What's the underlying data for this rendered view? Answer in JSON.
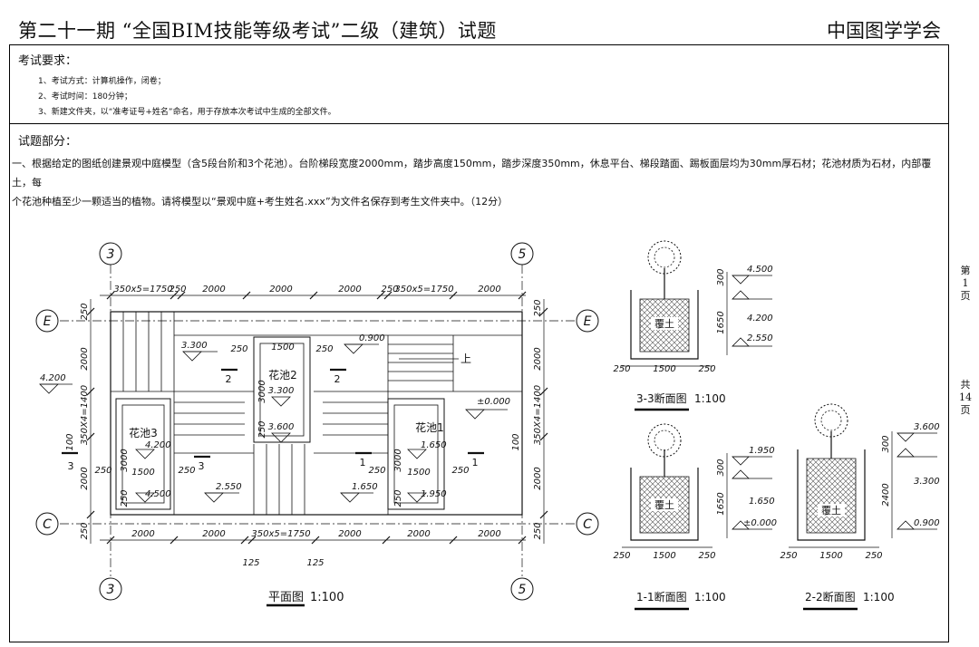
{
  "header": {
    "title": "第二十一期 “全国BIM技能等级考试”二级（建筑）试题",
    "org": "中国图学学会"
  },
  "requirements": {
    "heading": "考试要求：",
    "items": [
      "1、考试方式：计算机操作，闭卷；",
      "2、考试时间：180分钟；",
      "3、新建文件夹，以“准考证号+姓名”命名，用于存放本次考试中生成的全部文件。"
    ]
  },
  "question": {
    "heading": "试题部分：",
    "line1": "一、根据给定的图纸创建景观中庭模型（含5段台阶和3个花池）。台阶梯段宽度2000mm，踏步高度150mm，踏步深度350mm，休息平台、梯段踏面、踢板面层均为30mm厚石材；花池材质为石材，内部覆土，每",
    "line2": "个花池种植至少一颗适当的植物。请将模型以“景观中庭+考生姓名.xxx”为文件名保存到考生文件夹中。（12分）"
  },
  "side_page": {
    "current": [
      "第",
      "1",
      "页"
    ],
    "total": [
      "共",
      "14",
      "页"
    ]
  },
  "plan": {
    "grid_labels": {
      "g3": "3",
      "g5": "5",
      "gE": "E",
      "gC": "C"
    },
    "top_dims": [
      "350x5=1750",
      "250",
      "2000",
      "2000",
      "2000",
      "250",
      "350x5=1750",
      "2000"
    ],
    "bottom_dims": [
      "2000",
      "2000",
      "350x5=1750",
      "2000",
      "2000",
      "2000"
    ],
    "bottom_small": [
      "125",
      "125"
    ],
    "left_dims": [
      "250",
      "2000",
      "350X4=1400",
      "100",
      "2000",
      "250"
    ],
    "right_dims": [
      "250",
      "2000",
      "350X4=1400",
      "100",
      "2000",
      "250"
    ],
    "pools": [
      "花池3",
      "花池2",
      "花池1"
    ],
    "elevations": [
      "4.200",
      "3.300",
      "0.900",
      "3.300",
      "3.600",
      "±0.000",
      "4.200",
      "1.650",
      "4.500",
      "2.550",
      "1.650",
      "1.950"
    ],
    "inner_dims": [
      "250",
      "1500",
      "250",
      "3000",
      "250",
      "250",
      "1500",
      "250",
      "3000",
      "250",
      "250",
      "1500",
      "250",
      "3000",
      "250"
    ],
    "section_marks": [
      "2",
      "2",
      "3",
      "3",
      "1",
      "1"
    ],
    "up_label": "上",
    "caption": "平面图",
    "scale": "1:100"
  },
  "sections": [
    {
      "caption": "3-3断面图",
      "scale": "1:100",
      "soil": "覆土",
      "elev": [
        "4.500",
        "4.200",
        "2.550"
      ],
      "dims": [
        "300",
        "1650"
      ],
      "bottom": [
        "250",
        "1500",
        "250"
      ]
    },
    {
      "caption": "1-1断面图",
      "scale": "1:100",
      "soil": "覆土",
      "elev": [
        "1.950",
        "1.650",
        "±0.000"
      ],
      "dims": [
        "300",
        "1650"
      ],
      "bottom": [
        "250",
        "1500",
        "250"
      ]
    },
    {
      "caption": "2-2断面图",
      "scale": "1:100",
      "soil": "覆土",
      "elev": [
        "3.600",
        "3.300",
        "0.900"
      ],
      "dims": [
        "300",
        "2400"
      ],
      "bottom": [
        "250",
        "1500",
        "250"
      ]
    }
  ]
}
